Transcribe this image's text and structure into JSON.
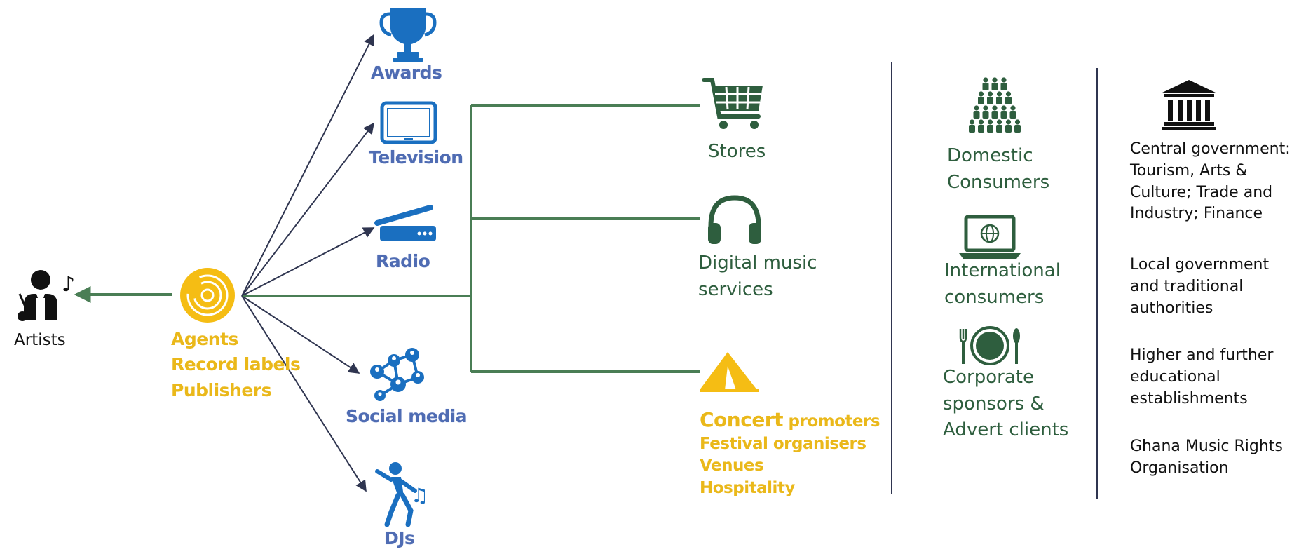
{
  "colors": {
    "blue": "#1a6fc0",
    "blue_label": "#4f6cb3",
    "gold": "#f5bd14",
    "gold_label": "#eab81a",
    "green": "#2e5e3e",
    "flow_green": "#4a7e55",
    "arrow_navy": "#2f3550",
    "black": "#111111"
  },
  "artists": {
    "label": "Artists",
    "icon": "musician-icon"
  },
  "agents": {
    "icon": "vinyl-disc-icon",
    "lines": [
      "Agents",
      "Record labels",
      "Publishers"
    ]
  },
  "media": {
    "awards": {
      "label": "Awards",
      "icon": "trophy-icon"
    },
    "television": {
      "label": "Television",
      "icon": "tablet-tv-icon"
    },
    "radio": {
      "label": "Radio",
      "icon": "radio-icon"
    },
    "social_media": {
      "label": "Social media",
      "icon": "social-network-icon"
    },
    "djs": {
      "label": "DJs",
      "icon": "dancing-dj-icon"
    }
  },
  "channels": {
    "stores": {
      "label": "Stores",
      "icon": "shopping-cart-icon"
    },
    "digital": {
      "lines": [
        "Digital music",
        "services"
      ],
      "icon": "headphones-icon"
    },
    "concert": {
      "icon": "tent-icon",
      "first_word": "Concert",
      "first_rest": " promoters",
      "lines": [
        "Festival organisers",
        "Venues",
        "Hospitality"
      ]
    }
  },
  "consumers": {
    "domestic": {
      "lines": [
        "Domestic",
        "Consumers"
      ],
      "icon": "crowd-pyramid-icon"
    },
    "international": {
      "lines": [
        "International",
        "consumers"
      ],
      "icon": "laptop-globe-icon"
    },
    "corporate": {
      "lines": [
        "Corporate",
        "sponsors &",
        "Advert clients"
      ],
      "icon": "plate-cutlery-icon"
    }
  },
  "government": {
    "icon": "government-building-icon",
    "blocks": [
      [
        "Central government:",
        "Tourism, Arts &",
        "Culture; Trade and",
        "Industry; Finance"
      ],
      [
        "Local government",
        "and traditional",
        "authorities"
      ],
      [
        "Higher and further",
        "educational",
        "establishments"
      ],
      [
        "Ghana Music Rights",
        "Organisation"
      ]
    ]
  }
}
